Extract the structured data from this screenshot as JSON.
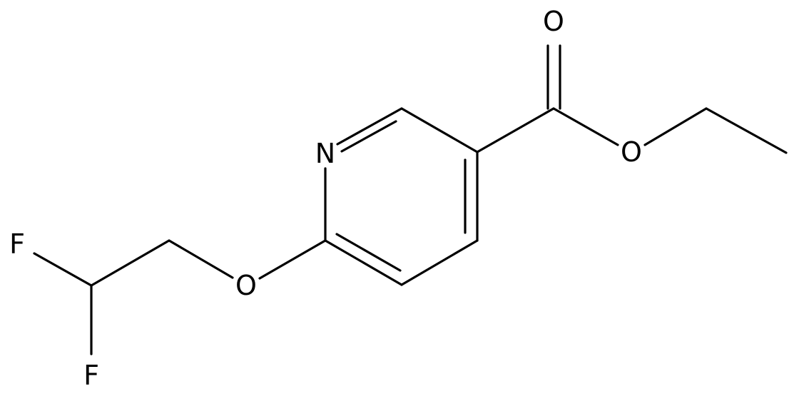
{
  "structure": {
    "atoms": {
      "n1": "N",
      "o_carbonyl": "O",
      "o_ester": "O",
      "o_ether": "O",
      "f1": "F",
      "f2": "F"
    }
  }
}
